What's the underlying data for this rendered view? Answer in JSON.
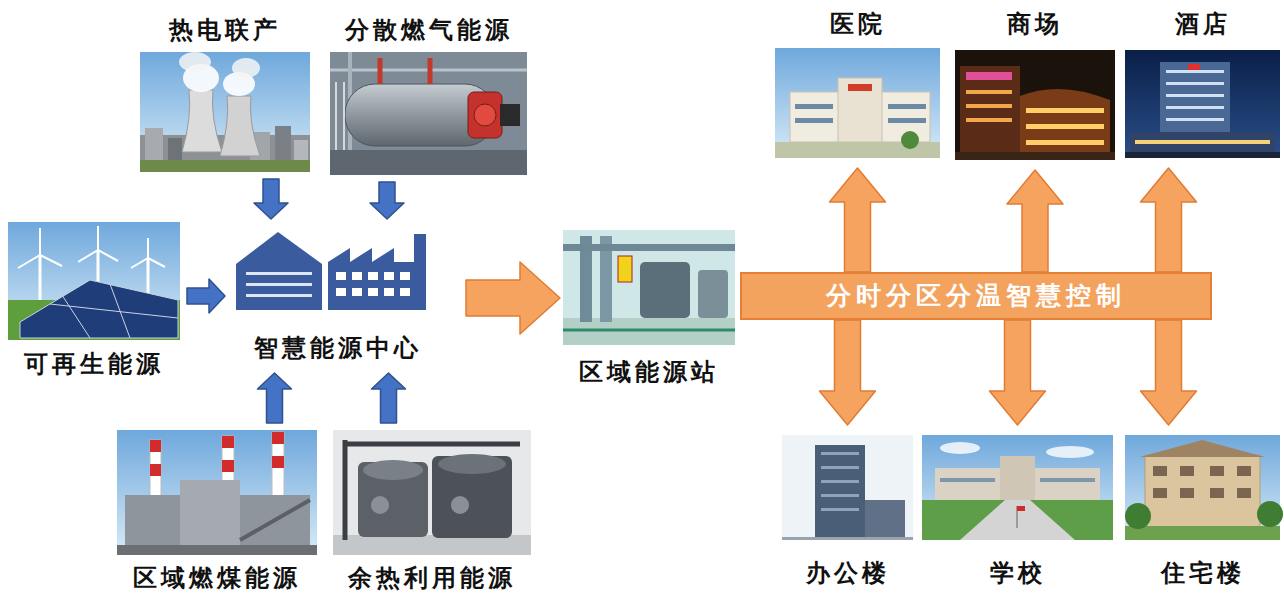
{
  "diagram": {
    "nodes": [
      {
        "text": [
          "热电联产"
        ]
      },
      {
        "text": [
          "分散燃气能源"
        ]
      },
      {
        "text": [
          "可再生能源"
        ]
      },
      {
        "text": [
          "智慧能源中心"
        ]
      },
      {
        "text": [
          "区域燃煤能源"
        ]
      },
      {
        "text": [
          "余热利用能源"
        ]
      },
      {
        "text": [
          "区域能源站"
        ]
      },
      {
        "text": [
          "分时分区分温智慧控制"
        ]
      },
      {
        "text": [
          "医院"
        ]
      },
      {
        "text": [
          "商场"
        ]
      },
      {
        "text": [
          "酒店"
        ]
      },
      {
        "text": [
          "办公楼"
        ]
      },
      {
        "text": [
          "学校"
        ]
      },
      {
        "text": [
          "住宅楼"
        ]
      }
    ],
    "edges": [
      {
        "from": 0,
        "to": 3,
        "arrow": "to"
      },
      {
        "from": 1,
        "to": 3,
        "arrow": "to"
      },
      {
        "from": 2,
        "to": 3,
        "arrow": "to"
      },
      {
        "from": 4,
        "to": 3,
        "arrow": "to"
      },
      {
        "from": 5,
        "to": 3,
        "arrow": "to"
      },
      {
        "from": 3,
        "to": 6,
        "arrow": "to"
      },
      {
        "from": 7,
        "to": 8,
        "arrow": "to"
      },
      {
        "from": 7,
        "to": 9,
        "arrow": "to"
      },
      {
        "from": 7,
        "to": 10,
        "arrow": "to"
      },
      {
        "from": 7,
        "to": 11,
        "arrow": "to"
      },
      {
        "from": 7,
        "to": 12,
        "arrow": "to"
      },
      {
        "from": 7,
        "to": 13,
        "arrow": "to"
      }
    ]
  }
}
